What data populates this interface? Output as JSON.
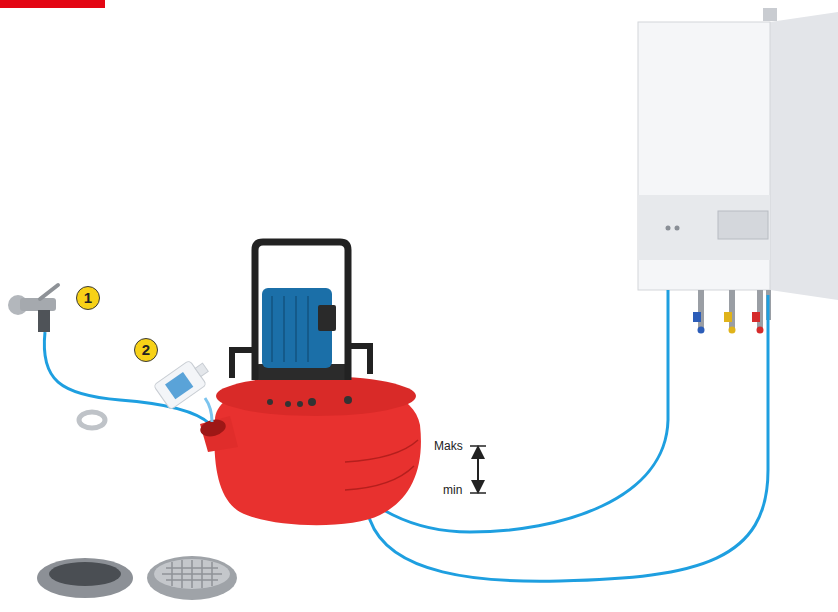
{
  "diagram": {
    "labels": [
      "1",
      "2",
      "Maks",
      "min"
    ]
  }
}
